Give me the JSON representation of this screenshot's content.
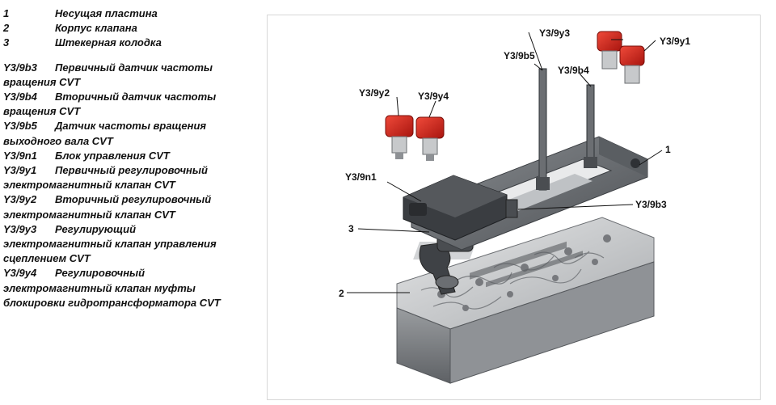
{
  "legend": {
    "items": [
      {
        "key": "1",
        "text": "Несущая пластина"
      },
      {
        "key": "2",
        "text": "Корпус клапана"
      },
      {
        "key": "3",
        "text": "Штекерная колодка"
      },
      {
        "key": "Y3/9b3",
        "text": "Первичный датчик частоты вращения CVT"
      },
      {
        "key": "Y3/9b4",
        "text": "Вторичный датчик частоты вращения CVT"
      },
      {
        "key": "Y3/9b5",
        "text": "Датчик частоты вращения выходного вала CVT"
      },
      {
        "key": "Y3/9n1",
        "text": "Блок управления CVT"
      },
      {
        "key": "Y3/9y1",
        "text": "Первичный регулировочный электромагнитный клапан CVT"
      },
      {
        "key": "Y3/9y2",
        "text": "Вторичный регулировочный электромагнитный клапан CVT"
      },
      {
        "key": "Y3/9y3",
        "text": "Регулирующий электромагнитный клапан управления сцеплением CVT"
      },
      {
        "key": "Y3/9y4",
        "text": "Регулировочный электромагнитный клапан муфты блокировки гидротрансформатора CVT"
      }
    ]
  },
  "callouts": {
    "y3": "Y3/9y3",
    "y1": "Y3/9y1",
    "b5": "Y3/9b5",
    "b4": "Y3/9b4",
    "y2": "Y3/9y2",
    "y4": "Y3/9y4",
    "n1": "Y3/9n1",
    "b3": "Y3/9b3",
    "c1": "1",
    "c2": "2",
    "c3": "3"
  },
  "colors": {
    "solenoid_red": "#d9261c",
    "metal_light": "#c9cbcd",
    "metal_dark": "#55585c",
    "plate_gray": "#6e7276"
  }
}
